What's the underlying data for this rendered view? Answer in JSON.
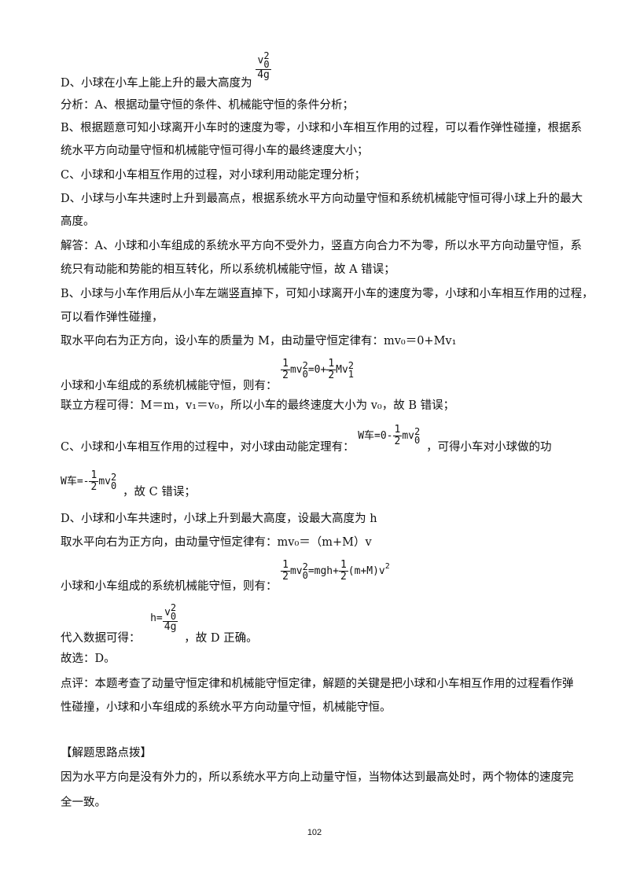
{
  "lines": {
    "d_option": "D、小球在小车上能上升的最大高度为",
    "analysis_a": "分析：A、根据动量守恒的条件、机械能守恒的条件分析；",
    "analysis_b1": "B、根据题意可知小球离开小车时的速度为零，小球和小车相互作用的过程，可以看作弹性碰撞，根据系",
    "analysis_b2": "统水平方向动量守恒和机械能守恒可得小车的最终速度大小；",
    "analysis_c": "C、小球和小车相互作用的过程，对小球利用动能定理分析；",
    "analysis_d1": "D、小球与小车共速时上升到最高点，根据系统水平方向动量守恒和系统机械能守恒可得小球上升的最大",
    "analysis_d2": "高度。",
    "answer_a1": "解答：A、小球和小车组成的系统水平方向不受外力，竖直方向合力不为零，所以水平方向动量守恒，系",
    "answer_a2": "统只有动能和势能的相互转化，所以系统机械能守恒，故 A 错误；",
    "answer_b1": "B、小球与小车作用后从小车左端竖直掉下，可知小球离开小车的速度为零，小球和小车相互作用的过程，",
    "answer_b2": "可以看作弹性碰撞，",
    "answer_b3": "取水平向右为正方向，设小车的质量为 M，由动量守恒定律有：mv₀＝0+Mv₁",
    "answer_b4": "小球和小车组成的系统机械能守恒，则有：",
    "answer_b5": "联立方程可得：M＝m，v₁＝v₀，所以小车的最终速度大小为 v₀，故 B 错误；",
    "answer_c1": "C、小球和小车相互作用的过程中，对小球由动能定理有：",
    "answer_c1_tail": "，可得小车对小球做的功",
    "answer_c2_tail": "，故 C 错误；",
    "answer_d1": "D、小球和小车共速时，小球上升到最大高度，设最大高度为 h",
    "answer_d2": "取水平向右为正方向，由动量守恒定律有：mv₀＝（m+M）v",
    "answer_d3": "小球和小车组成的系统机械能守恒，则有：",
    "answer_d4": "代入数据可得：",
    "answer_d4_tail": "，故 D 正确。",
    "choice": "故选：D。",
    "comment1": "点评：本题考查了动量守恒定律和机械能守恒定律，解题的关键是把小球和小车相互作用的过程看作弹",
    "comment2": "性碰撞，小球和小车组成的系统水平方向动量守恒，机械能守恒。",
    "tip_heading": "【解题思路点拨】",
    "tip1": "因为水平方向是没有外力的，所以系统水平方向上动量守恒，当物体达到最高处时，两个物体的速度完",
    "tip2": "全一致。"
  },
  "formulas": {
    "v0sq": "v",
    "four_g": "4g",
    "half_num": "1",
    "half_den": "2",
    "mv": "mv",
    "eq_rhs_0": "=0+",
    "Mv": "Mv",
    "w_car": "W车",
    "eq_zero_minus": "=0-",
    "eq_minus": "=-",
    "mgh_plus": "=mgh+",
    "mM_v": "(m+M)v",
    "h_eq": "h="
  },
  "page_number": "102"
}
